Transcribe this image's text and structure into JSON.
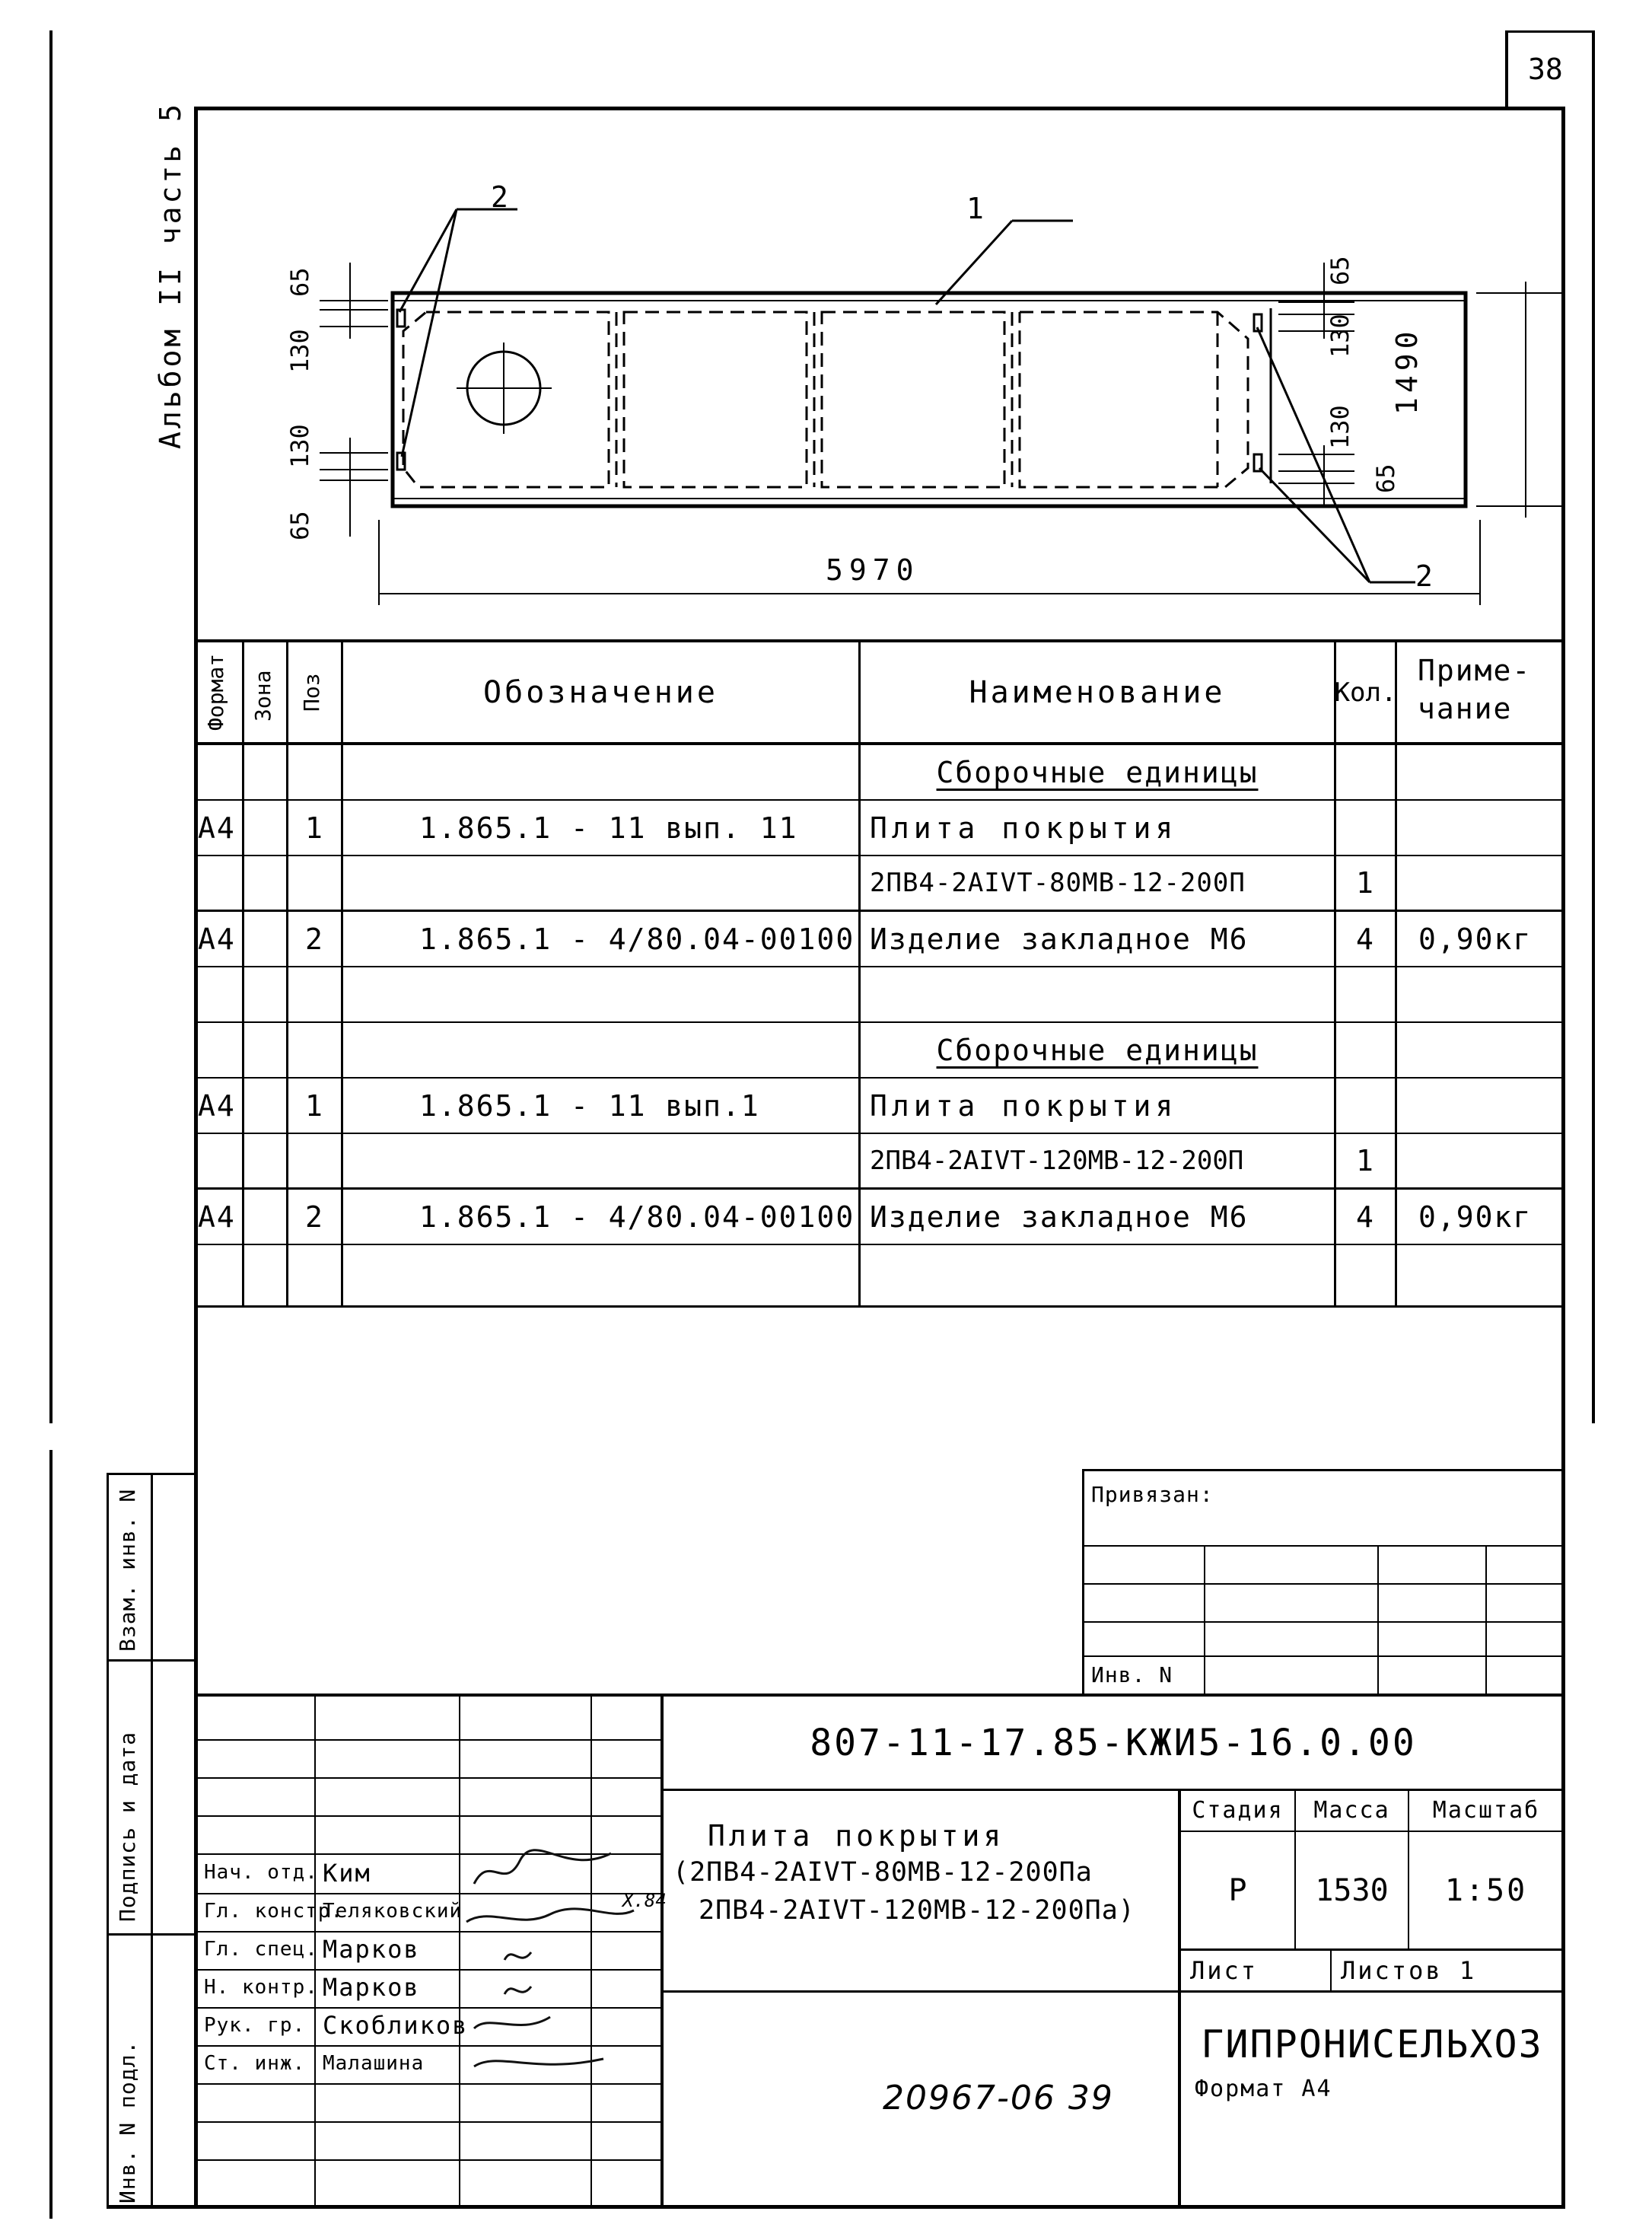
{
  "sheet_number": "38",
  "album_label": "Альбом II часть 5",
  "drawing": {
    "callout_1": "1",
    "callout_2_top": "2",
    "callout_2_bottom": "2",
    "dim_length": "5970",
    "dim_width": "1490",
    "dim_left_top_65": "65",
    "dim_left_top_130": "130",
    "dim_left_bot_130": "130",
    "dim_left_bot_65": "65",
    "dim_right_top_65": "65",
    "dim_right_top_130": "130",
    "dim_right_bot_130": "130",
    "dim_right_bot_65": "65"
  },
  "spec_table": {
    "headers": {
      "format": "Формат",
      "zone": "Зона",
      "pos": "Поз",
      "designation": "Обозначение",
      "name": "Наименование",
      "qty": "Кол.",
      "note_line1": "Приме-",
      "note_line2": "чание"
    },
    "rows": [
      {
        "format": "",
        "pos": "",
        "designation": "",
        "name": "Сборочные единицы",
        "qty": "",
        "note": "",
        "name_underlined": true
      },
      {
        "format": "А4",
        "pos": "1",
        "designation": "1.865.1 - 11 вып. 11",
        "name": "Плита покрытия",
        "qty": "",
        "note": ""
      },
      {
        "format": "",
        "pos": "",
        "designation": "",
        "name": "2ПВ4-2АIVТ-80МВ-12-200П",
        "qty": "1",
        "note": ""
      },
      {
        "format": "А4",
        "pos": "2",
        "designation": "1.865.1 - 4/80.04-00100",
        "name": "Изделие закладное М6",
        "qty": "4",
        "note": "0,90кг"
      },
      {
        "format": "",
        "pos": "",
        "designation": "",
        "name": "",
        "qty": "",
        "note": ""
      },
      {
        "format": "",
        "pos": "",
        "designation": "",
        "name": "Сборочные единицы",
        "qty": "",
        "note": "",
        "name_underlined": true
      },
      {
        "format": "А4",
        "pos": "1",
        "designation": "1.865.1 - 11 вып.1",
        "name": "Плита покрытия",
        "qty": "",
        "note": ""
      },
      {
        "format": "",
        "pos": "",
        "designation": "",
        "name": "2ПВ4-2АIVТ-120МВ-12-200П",
        "qty": "1",
        "note": ""
      },
      {
        "format": "А4",
        "pos": "2",
        "designation": "1.865.1 - 4/80.04-00100",
        "name": "Изделие закладное М6",
        "qty": "4",
        "note": "0,90кг"
      },
      {
        "format": "",
        "pos": "",
        "designation": "",
        "name": "",
        "qty": "",
        "note": ""
      }
    ]
  },
  "binding_block": {
    "attached_label": "Привязан:",
    "inv_label": "Инв. N"
  },
  "side_stamp": {
    "vzam": "Взам. инв. N",
    "podpis": "Подпись и дата",
    "inv_podl": "Инв. N подл."
  },
  "title_block": {
    "doc_code": "807-11-17.85-КЖИ5-16.0.00",
    "title_line1": "Плита покрытия",
    "title_line2": "(2ПВ4-2АIVТ-80МВ-12-200Па",
    "title_line3": "2ПВ4-2АIVТ-120МВ-12-200Па)",
    "stage_label": "Стадия",
    "mass_label": "Масса",
    "scale_label": "Масштаб",
    "stage_value": "Р",
    "mass_value": "1530",
    "scale_value": "1:50",
    "sheet_label": "Лист",
    "sheets_label": "Листов 1",
    "org": "ГИПРОНИСЕЛЬХОЗ",
    "sig_date": "Х.84",
    "people": [
      {
        "role": "Нач. отд.",
        "name": "Ким"
      },
      {
        "role": "Гл. констр.",
        "name": "Теляковский"
      },
      {
        "role": "Гл. спец.",
        "name": "Марков"
      },
      {
        "role": "Н. контр.",
        "name": "Марков"
      },
      {
        "role": "Рук. гр.",
        "name": "Скобликов"
      },
      {
        "role": "Ст. инж.",
        "name": "Малашина"
      }
    ]
  },
  "footer": {
    "handwritten_number": "20967-06 39",
    "format_label": "Формат А4"
  }
}
